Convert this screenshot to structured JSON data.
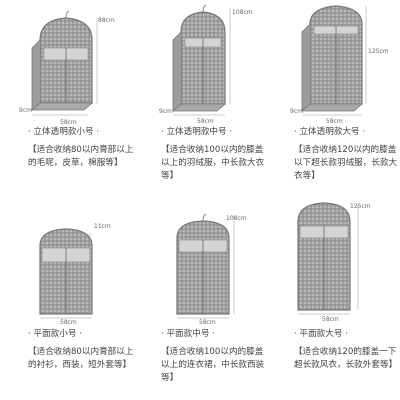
{
  "colors": {
    "fabric": "#9a9a9a",
    "trim": "#6d6d6d",
    "window": "#d2d2d2",
    "text": "#444444"
  },
  "products": [
    {
      "title": "· 立体透明款小号 ·",
      "desc": "【适合收纳80以内膏部以上的毛呢，皮草，棉服等】",
      "height": "88cm",
      "width": "58cm",
      "depth": "9cm"
    },
    {
      "title": "· 立体透明款中号 ·",
      "desc": "【适合收纳100以内的膝盖以上的羽绒服，中长款大衣等】",
      "height": "108cm",
      "width": "58cm",
      "depth": "9cm"
    },
    {
      "title": "· 立体透明款大号 ·",
      "desc": "【适合收纳120以内的膝盖以下超长款羽绒服，长款大衣等】",
      "height": "125cm",
      "width": "58cm",
      "depth": "9cm"
    },
    {
      "title": "· 平面款小号 ·",
      "desc": "【适合收纳80以内膏部以上的衬衫，西装，短外套等】",
      "height": "11cm",
      "width": "58cm"
    },
    {
      "title": "· 平面款中号 ·",
      "desc": "【适合收纳100以内的膝盖以上的连衣裙，中长款西装等】",
      "height": "108cm",
      "width": "58cm"
    },
    {
      "title": "· 平面款大号 ·",
      "desc": "【适合收纳120的膝盖一下超长款风衣，长款外套等】",
      "height": "125cm",
      "width": "58cm"
    }
  ]
}
